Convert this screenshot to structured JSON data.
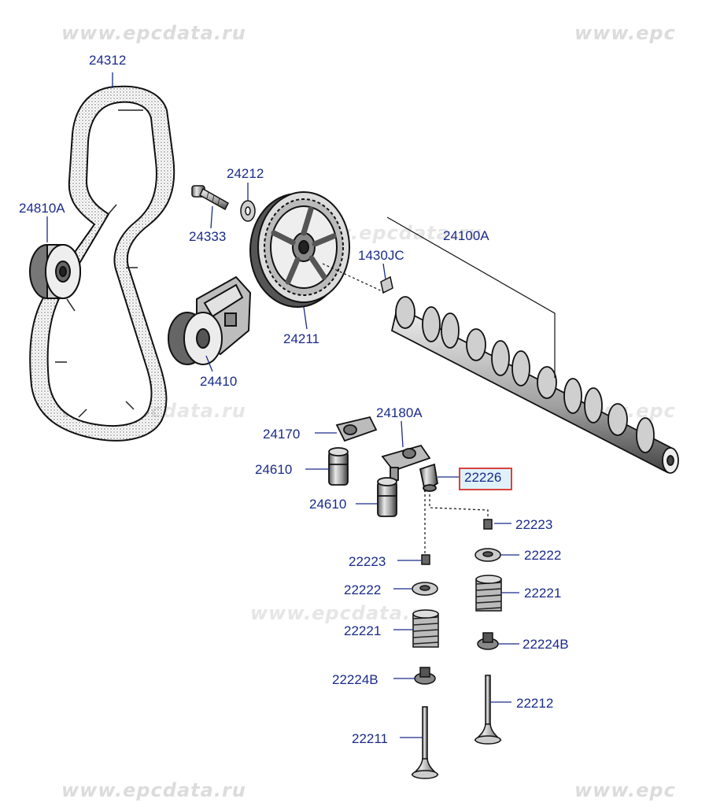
{
  "watermark": "www.epcdata.ru",
  "watermark_partial": "www.epc",
  "highlight_color": "#d9423a",
  "label_color": "#1a2a8a",
  "labels": {
    "belt": "24312",
    "idler": "24810A",
    "bolt": "24333",
    "washer": "24212",
    "sprocket": "24211",
    "camshaft": "24100A",
    "pin": "1430JC",
    "tensioner": "24410",
    "rocker_arm_a": "24170",
    "rocker_arm_b": "24180A",
    "lash_adjuster_a": "24610",
    "lash_adjuster_b": "24610",
    "selected_part": "22226",
    "retainer_lock_right": "22223",
    "retainer_lock_left": "22223",
    "retainer_right": "22222",
    "retainer_left": "22222",
    "spring_right": "22221",
    "spring_left": "22221",
    "stem_seal_right": "22224B",
    "stem_seal_left": "22224B",
    "exhaust_valve": "22212",
    "intake_valve": "22211"
  }
}
